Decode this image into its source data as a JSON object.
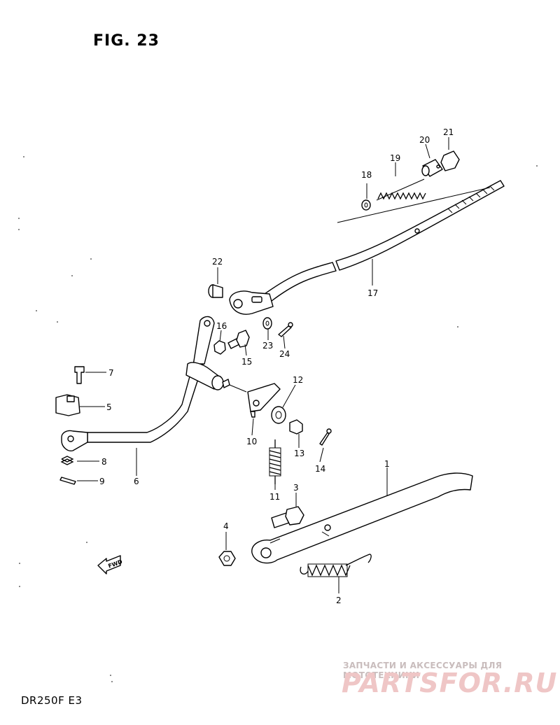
{
  "figure_title": "FIG. 23",
  "model_code": "DR250F  E3",
  "fwd_label": "FWD",
  "watermark": {
    "tagline": "ЗАПЧАСТИ И АКСЕССУАРЫ ДЛЯ МОТОТЕХНИКИ",
    "logo": "PARTSFOR.RU"
  },
  "callouts": [
    "1",
    "2",
    "3",
    "4",
    "5",
    "6",
    "7",
    "8",
    "9",
    "10",
    "11",
    "12",
    "13",
    "14",
    "15",
    "16",
    "17",
    "18",
    "19",
    "20",
    "21",
    "22",
    "23",
    "24"
  ]
}
